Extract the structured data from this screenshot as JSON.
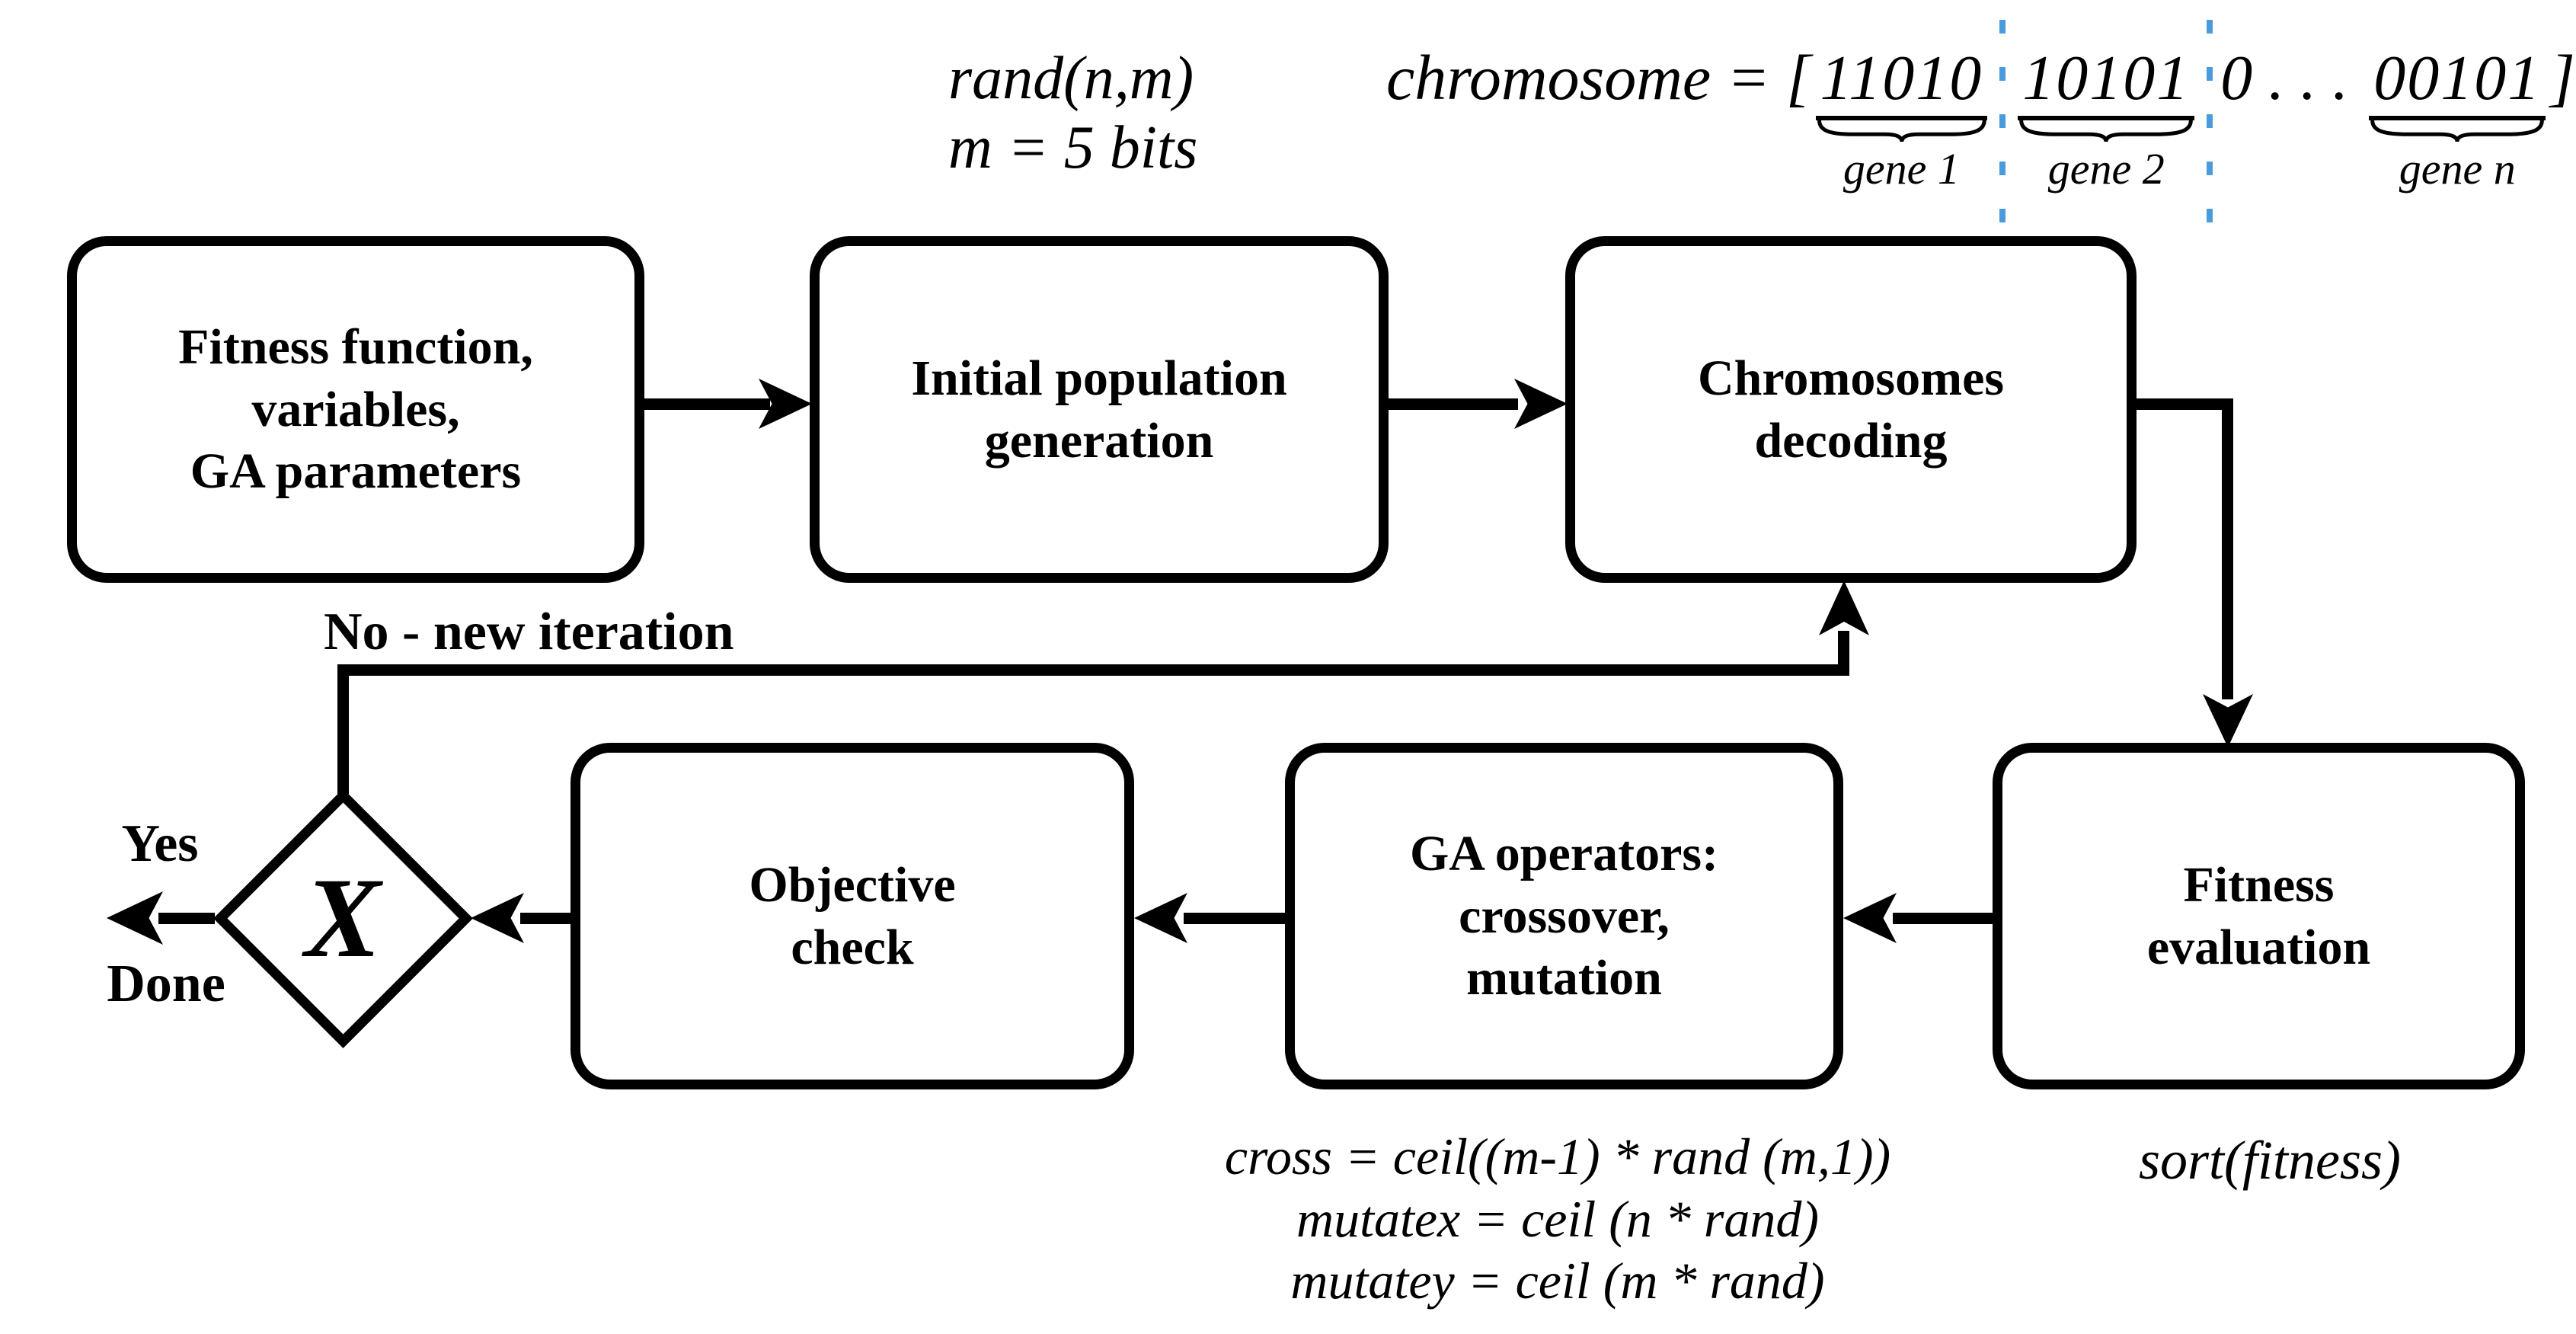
{
  "diagram": {
    "title_hint": "Genetic algorithm flowchart",
    "top_annotations": {
      "rand_note": "rand(n,m)\nm = 5 bits",
      "chromosome": {
        "prefix": "chromosome = [",
        "gene1_bits": "11010",
        "gene1_label": "gene 1",
        "gene2_bits": "10101",
        "gene2_label": "gene 2",
        "middle": "0 . . . ",
        "genen_bits": "00101",
        "genen_label": "gene n",
        "suffix": "]"
      }
    },
    "nodes": {
      "fitness_params": "Fitness function,\nvariables,\nGA parameters",
      "initial_population": "Initial population\ngeneration",
      "chromosomes_decoding": "Chromosomes\ndecoding",
      "fitness_evaluation": "Fitness\nevaluation",
      "ga_operators": "GA operators:\ncrossover,\nmutation",
      "objective_check": "Objective\ncheck",
      "decision_symbol": "X"
    },
    "edge_labels": {
      "no_new_iteration": "No - new iteration",
      "yes": "Yes",
      "done": "Done"
    },
    "bottom_annotations": {
      "ga_formulas": "cross = ceil((m-1) * rand (m,1))\nmutatex = ceil (n * rand)\nmutatey = ceil (m * rand)",
      "sort_formula": "sort(fitness)"
    },
    "colors": {
      "line": "#000000",
      "gene_separator": "#4a9bdc",
      "background": "#ffffff"
    }
  }
}
